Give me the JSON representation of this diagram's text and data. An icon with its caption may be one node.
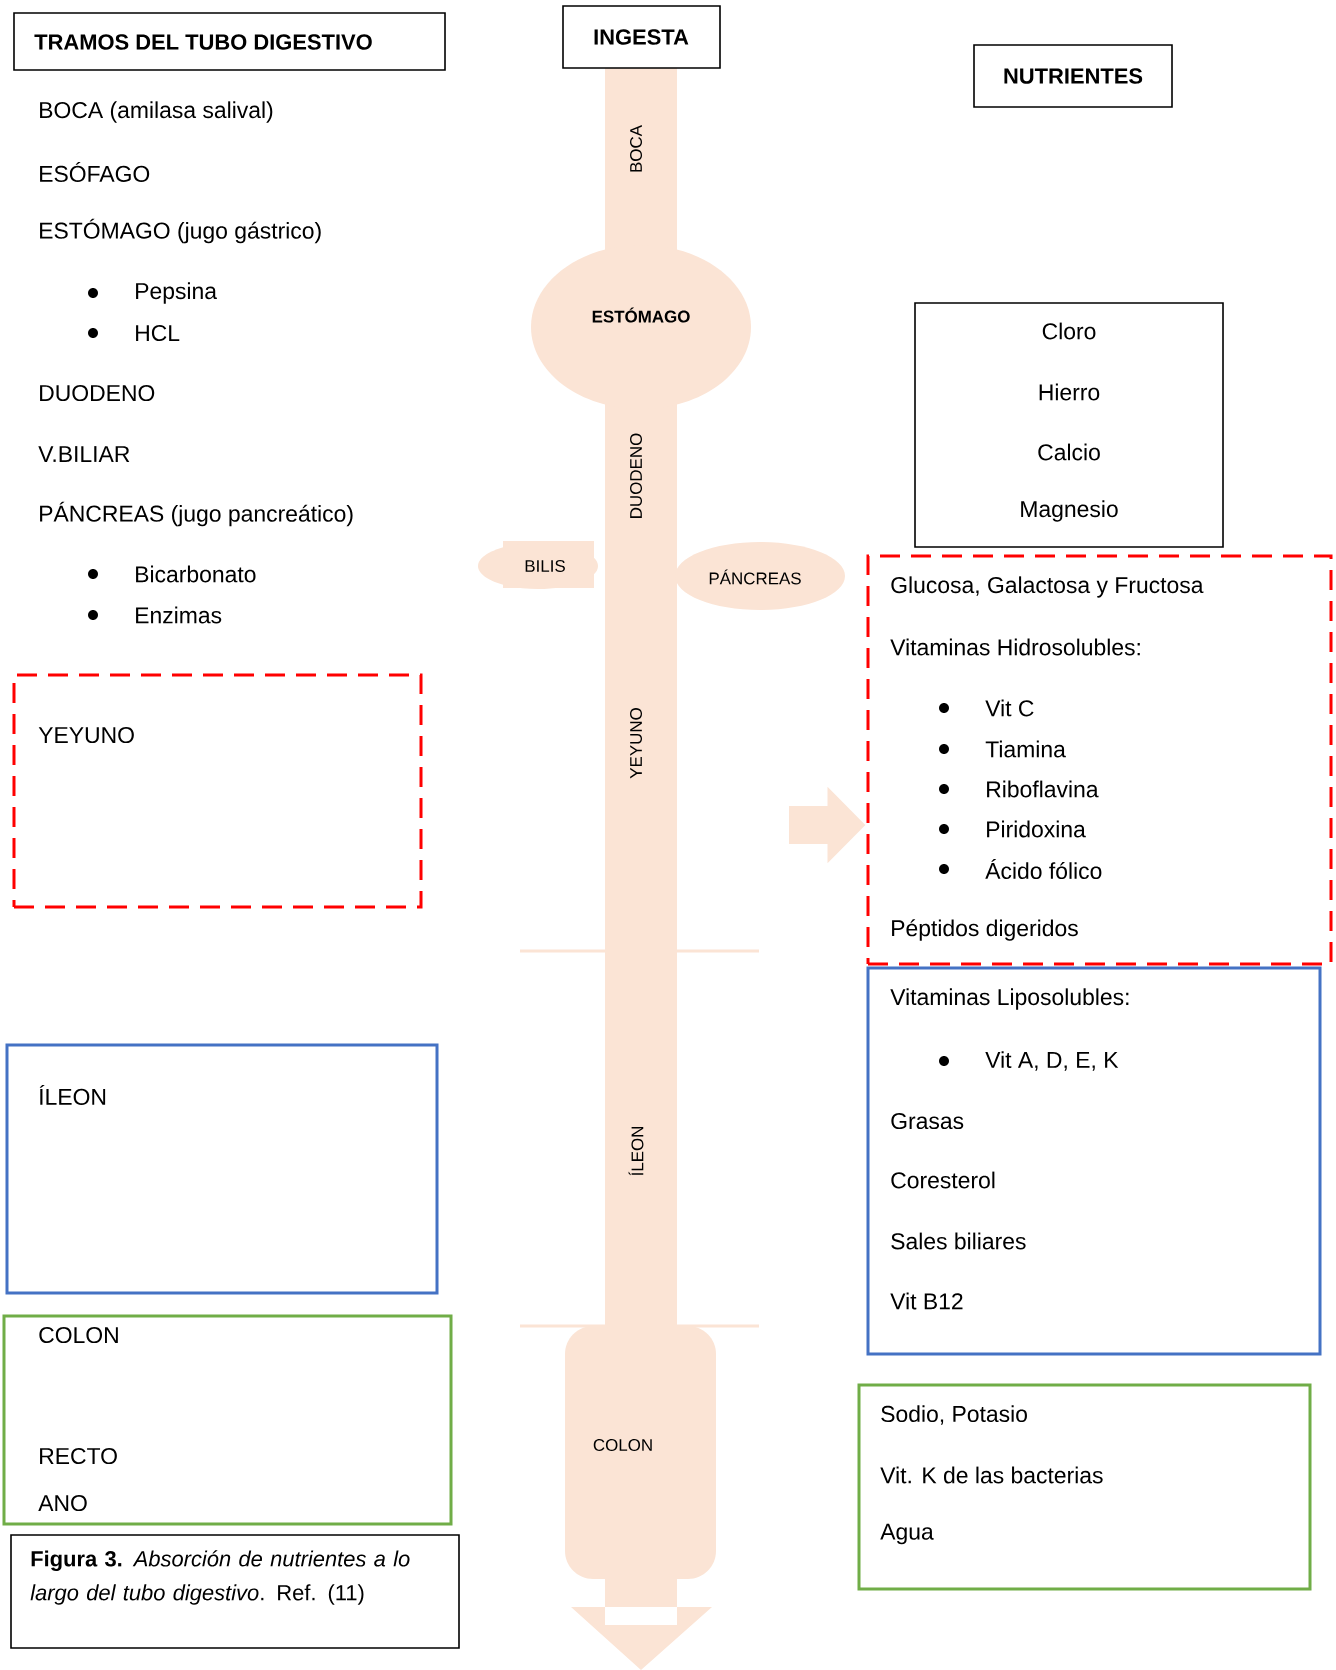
{
  "diagram": {
    "nodes": [
      {
        "text": [
          "TRAMOS DEL TUBO DIGESTIVO"
        ]
      },
      {
        "text": [
          "INGESTA"
        ]
      },
      {
        "text": [
          "NUTRIENTES"
        ]
      },
      {
        "text": [
          "ESTÓMAGO"
        ]
      },
      {
        "text": [
          "Cloro",
          "Hierro",
          "Calcio",
          "Magnesio"
        ]
      },
      {
        "text": [
          "BILIS"
        ]
      },
      {
        "text": [
          "PÁNCREAS"
        ]
      },
      {
        "text": [
          "Glucosa, Galactosa y Fructosa",
          "Vitaminas Hidrosolubles:",
          "Vit C",
          "Tiamina",
          "Riboflavina",
          "Piridoxina",
          "Ácido fólico",
          "Péptidos digeridos"
        ]
      },
      {
        "text": [
          "YEYUNO"
        ]
      },
      {
        "text": [
          "Vitaminas Liposolubles:",
          "Vit A, D, E, K",
          "Grasas",
          "Coresterol",
          "Sales biliares",
          "Vit B12"
        ]
      },
      {
        "text": [
          "ÍLEON"
        ]
      },
      {
        "text": [
          "COLON",
          "RECTO",
          "ANO"
        ]
      },
      {
        "text": [
          "COLON"
        ]
      },
      {
        "text": [
          "Sodio, Potasio",
          "Vit. K de las bacterias",
          "Agua"
        ]
      }
    ],
    "edges": [
      {
        "from": null,
        "to": 7,
        "arrow": "to"
      }
    ],
    "labels": [
      "BOCA (amilasa salival)",
      "ESÓFAGO",
      "ESTÓMAGO (jugo gástrico)",
      "Pepsina",
      "HCL",
      "DUODENO",
      "V.BILIAR",
      "PÁNCREAS (jugo pancreático)",
      "Bicarbonato",
      "Enzimas",
      "BOCA",
      "DUODENO",
      "YEYUNO",
      "ÍLEON"
    ],
    "caption": "**Figura 3.** *Absorción de nutrientes a lo largo del tubo digestivo*. Ref. (11)"
  }
}
